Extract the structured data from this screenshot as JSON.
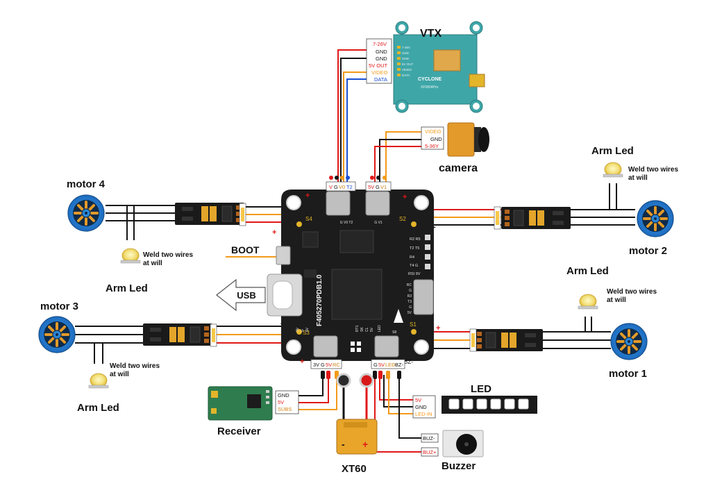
{
  "title_vtx": "VTX",
  "camera_label": "camera",
  "boot_label": "BOOT",
  "usb_label": "USB",
  "board_model": "F405270PDB1.0",
  "receiver_label": "Receiver",
  "xt60_label": "XT60",
  "led_label": "LED",
  "buzzer_label": "Buzzer",
  "motors": {
    "m1": "motor 1",
    "m2": "motor 2",
    "m3": "motor 3",
    "m4": "motor 4"
  },
  "arm_led": "Arm Led",
  "weld_line1": "Weld two wires",
  "weld_line2": "at will",
  "vtx_pins": [
    "7-26V",
    "GND",
    "GND",
    "5V OUT",
    "VIDEO",
    "DATA"
  ],
  "vtx_board": {
    "brand": "CYCLONE",
    "model": "XF5804Pro",
    "pins": [
      "7-26V",
      "GND",
      "GND",
      "5V OUT",
      "VIDEO",
      "DATA"
    ]
  },
  "camera_pins": [
    "VIDEO",
    "GND",
    "5-36Y"
  ],
  "receiver_pins": [
    "GND",
    "5V",
    "SUBS"
  ],
  "led_pins": [
    "5V",
    "GND",
    "LED-IN"
  ],
  "buzzer_pins": [
    "BUZ-",
    "BUZ+"
  ],
  "headers": {
    "vtx": [
      "V",
      "G",
      "V0",
      "T2"
    ],
    "cam": [
      "5V",
      "G",
      "V1"
    ],
    "rx": [
      "3V",
      "G",
      "5V",
      "RC"
    ],
    "led_bz": [
      "G",
      "5V",
      "LED",
      "BZ-"
    ]
  },
  "pads": {
    "s1": "S1",
    "s2": "S2",
    "s3": "S3",
    "s4": "S4",
    "rows": [
      "R2 R5",
      "T2 T5",
      "R4",
      "T4 G",
      "RSI 9V"
    ],
    "conn_top1": "G V0 T2",
    "conn_top2": "G V1",
    "right_col": [
      "RC",
      "G",
      "R3",
      "T3",
      "G",
      "5V"
    ],
    "bottom": [
      "RT1",
      "SK",
      "CL",
      "5V"
    ],
    "bottom_left": [
      "3V",
      "G",
      "5V"
    ],
    "bottom_right": [
      "S8",
      "BZ-"
    ],
    "led_mid": "LED"
  },
  "plus": "+",
  "minus": "-",
  "xt60_plus": "+",
  "xt60_minus": "-",
  "colors": {
    "board": "#1c1c1c",
    "red": "#e01818",
    "black": "#141414",
    "orange": "#f39a1a",
    "yellow": "#e8c21a",
    "blue": "#1a4fd6",
    "motor_blue": "#2a86d8",
    "teal_vtx": "#3fa6a8",
    "green_rx": "#2f7d4f"
  }
}
